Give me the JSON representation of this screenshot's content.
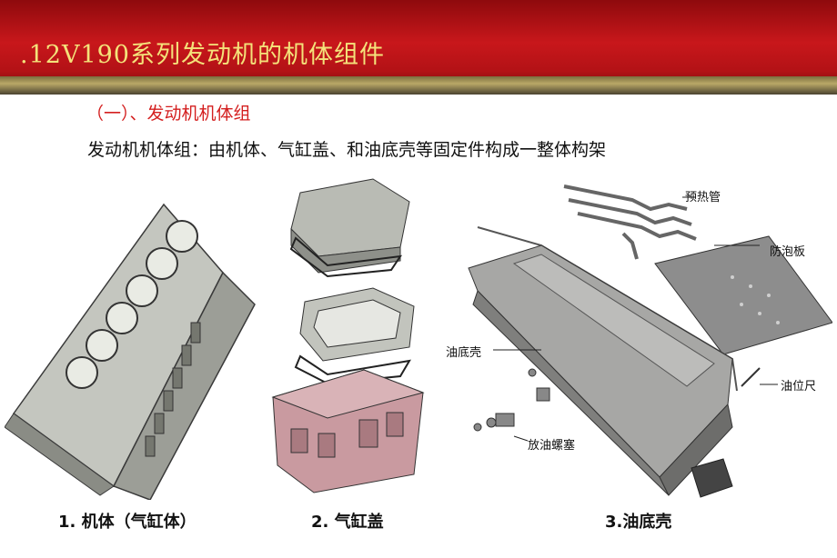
{
  "slide": {
    "title": ".12V190系列发动机的机体组件",
    "section_heading": "（一）、发动机机体组",
    "description": "发动机机体组：由机体、气缸盖、和油底壳等固定件构成一整体构架"
  },
  "figures": [
    {
      "caption": "1. 机体（气缸体）"
    },
    {
      "caption": "2. 气缸盖"
    },
    {
      "caption": "3.油底壳"
    }
  ],
  "callouts": {
    "preheat_pipe": "预热管",
    "anti_foam_plate": "防泡板",
    "oil_pan": "油底壳",
    "dipstick": "油位尺",
    "drain_plug": "放油螺塞"
  }
}
